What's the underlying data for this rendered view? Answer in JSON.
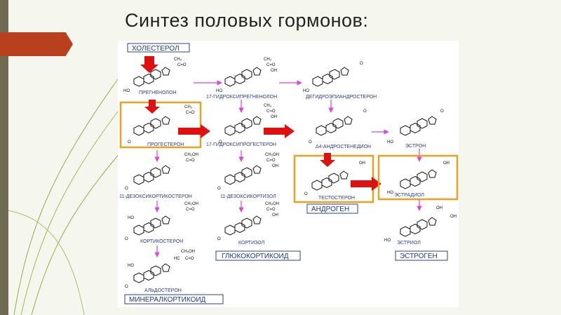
{
  "title": "Синтез половых гормонов:",
  "compounds": {
    "cholesterol": "ХОЛЕСТЕРОЛ",
    "pregnenolone": "ПРЕГНЕНОЛОН",
    "hydroxypregnenolone": "17-ГИДРОКСИПРЕГНЕНОЛОН",
    "dhea": "ДЕГИДРОЭПИАНДРОСТЕРОН",
    "progesterone": "ПРОГЕСТЕРОН",
    "hydroxyprogesterone": "17-ГИДРОКСИПРОГЕСТЕРОН",
    "androstenedione": "Δ4-АНДРОСТЕНЕДИОН",
    "estrone": "ЭСТРОН",
    "deoxycorticosterone": "11-ДЕЗОКСИКОРТИКОСТЕРОН",
    "deoxycortisol": "11-ДЕЗОКСИКОРТИЗОЛ",
    "testosterone": "ТЕСТОСТЕРОН",
    "estradiol": "ЭСТРАДИОЛ",
    "corticosterone": "КОРТИКОСТЕРОН",
    "cortisol": "КОРТИЗОЛ",
    "estriol": "ЭСТРИОЛ",
    "aldosterone": "АЛЬДОСТЕРОН"
  },
  "groups": {
    "androgen": "АНДРОГЕН",
    "glucocorticoid": "ГЛЮКОКОРТИКОИД",
    "estrogen": "ЭСТРОГЕН",
    "mineralocorticoid": "МИНЕРАЛКОРТИКОИД"
  },
  "colors": {
    "main_arrow": "#e01010",
    "side_arrow": "#e040e0",
    "highlight_box": "#f0a020",
    "label": "#2a3f9a",
    "tab": "#b8401f"
  }
}
